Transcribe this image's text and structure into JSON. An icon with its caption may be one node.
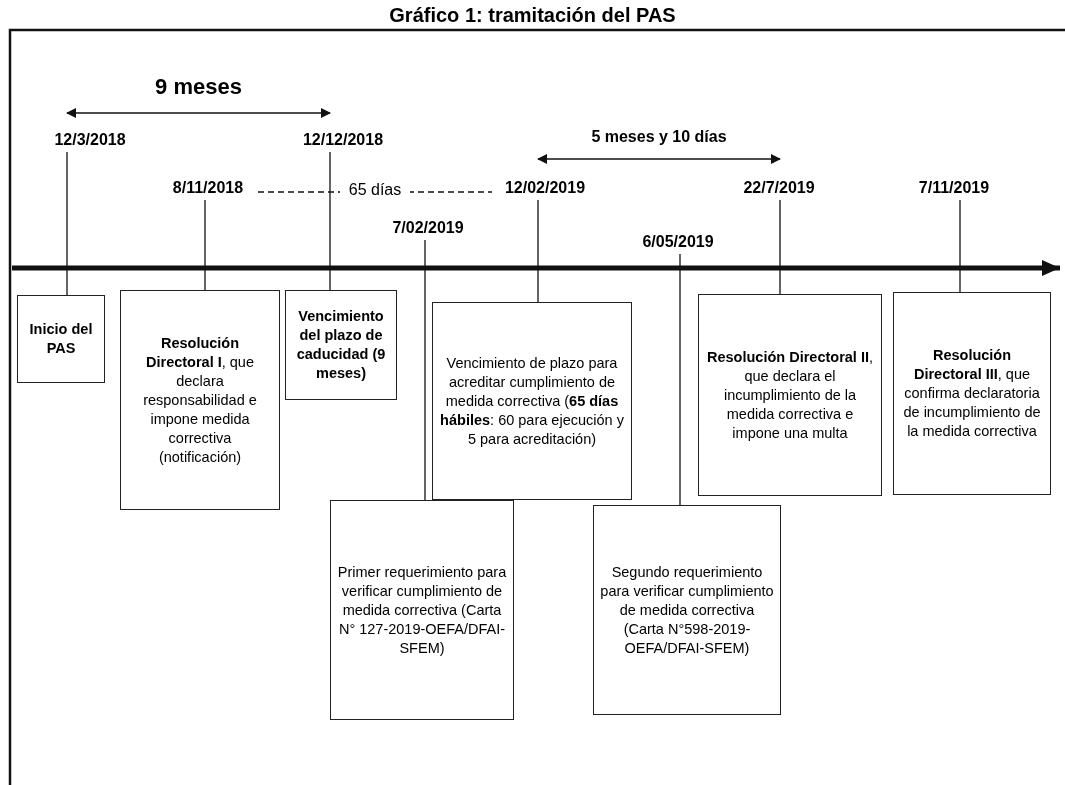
{
  "diagram": {
    "title": "Gráfico 1: tramitación del PAS",
    "nodes": [
      {
        "text": [
          "12/3/2018"
        ]
      },
      {
        "text": [
          "Inicio del PAS"
        ]
      },
      {
        "text": [
          "8/11/2018"
        ]
      },
      {
        "text": [
          "**Resolución Directoral I**, que declara responsabilidad e impone medida correctiva (notificación)"
        ]
      },
      {
        "text": [
          "12/12/2018"
        ]
      },
      {
        "text": [
          "Vencimiento del plazo de caducidad (9 meses)"
        ]
      },
      {
        "text": [
          "7/02/2019"
        ]
      },
      {
        "text": [
          "Primer requerimiento para verificar cumplimiento de medida correctiva (Carta N° 127-2019-OEFA/DFAI-SFEM)"
        ]
      },
      {
        "text": [
          "12/02/2019"
        ]
      },
      {
        "text": [
          "Vencimiento de plazo para acreditar cumplimiento de medida correctiva (**65 días hábiles**: 60 para ejecución y 5 para acreditación)"
        ]
      },
      {
        "text": [
          "6/05/2019"
        ]
      },
      {
        "text": [
          "Segundo requerimiento para verificar cumplimiento de medida correctiva (Carta N°598-2019-OEFA/DFAI-SFEM)"
        ]
      },
      {
        "text": [
          "22/7/2019"
        ]
      },
      {
        "text": [
          "**Resolución Directoral II**, que declara el incumplimiento de la medida correctiva e impone una multa"
        ]
      },
      {
        "text": [
          "7/11/2019"
        ]
      },
      {
        "text": [
          "**Resolución Directoral III**, que confirma declaratoria de incumplimiento de la medida correctiva"
        ]
      }
    ],
    "edges": [
      {
        "from": 0,
        "to": 1,
        "arrow": "none"
      },
      {
        "from": 2,
        "to": 3,
        "arrow": "none"
      },
      {
        "from": 4,
        "to": 5,
        "arrow": "none"
      },
      {
        "from": 6,
        "to": 7,
        "arrow": "none"
      },
      {
        "from": 8,
        "to": 9,
        "arrow": "none"
      },
      {
        "from": 10,
        "to": 11,
        "arrow": "none"
      },
      {
        "from": 12,
        "to": 13,
        "arrow": "none"
      },
      {
        "from": 14,
        "to": 15,
        "arrow": "none"
      },
      {
        "from": 0,
        "to": 4,
        "arrow": "both",
        "label": "9 meses"
      },
      {
        "from": 8,
        "to": 12,
        "arrow": "both",
        "label": "5 meses y 10 días"
      },
      {
        "from": 2,
        "to": 8,
        "arrow": "none",
        "label": "65 días",
        "style": "dashed"
      }
    ]
  }
}
